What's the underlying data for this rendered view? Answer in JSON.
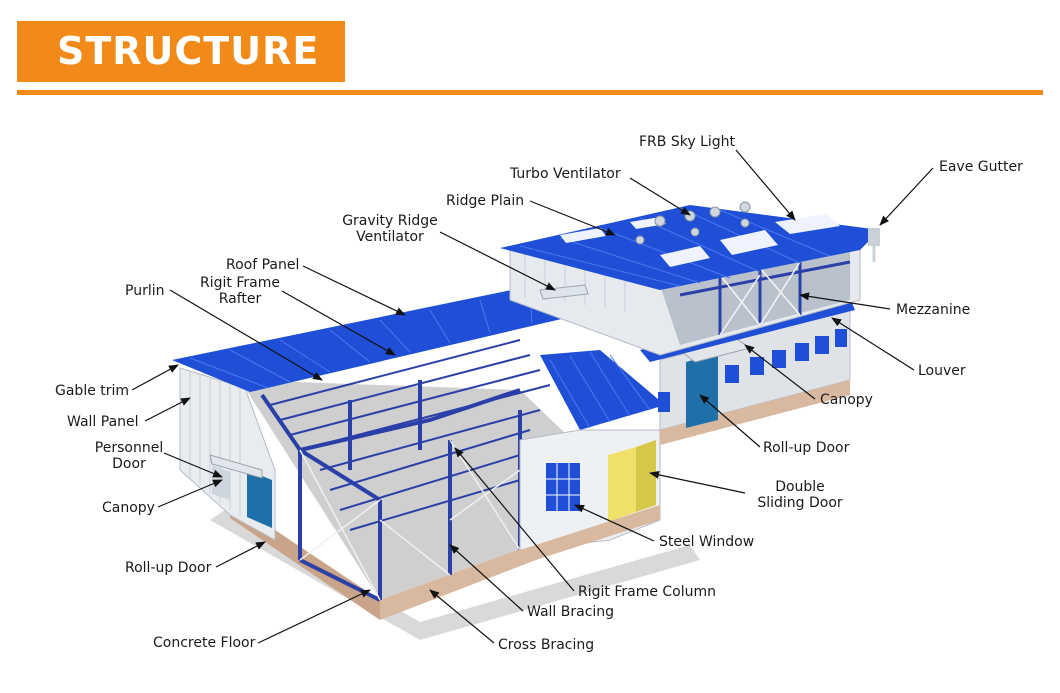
{
  "header": {
    "title": "STRUCTURE"
  },
  "colors": {
    "accent": "#f28a1a",
    "roof_blue": "#1e4fd6",
    "frame_blue": "#2a3fa8",
    "wall": "#e9ecef",
    "brick": "#d9b8a0"
  },
  "labels": {
    "frb_sky_light": "FRB Sky Light",
    "eave_gutter": "Eave Gutter",
    "turbo_ventilator": "Turbo Ventilator",
    "ridge_plain": "Ridge Plain",
    "gravity_ridge_ventilator_1": "Gravity Ridge",
    "gravity_ridge_ventilator_2": "Ventilator",
    "roof_panel": "Roof Panel",
    "rigit_frame_rafter_1": "Rigit Frame",
    "rigit_frame_rafter_2": "Rafter",
    "purlin": "Purlin",
    "mezzanine": "Mezzanine",
    "louver": "Louver",
    "gable_trim": "Gable trim",
    "wall_panel": "Wall Panel",
    "personnel_door_1": "Personnel",
    "personnel_door_2": "Door",
    "canopy_left": "Canopy",
    "canopy_right": "Canopy",
    "roll_up_door_right": "Roll-up Door",
    "double_sliding_door_1": "Double",
    "double_sliding_door_2": "Sliding Door",
    "steel_window": "Steel Window",
    "roll_up_door_left": "Roll-up Door",
    "rigit_frame_column": "Rigit Frame Column",
    "wall_bracing": "Wall Bracing",
    "concrete_floor": "Concrete Floor",
    "cross_bracing": "Cross Bracing"
  }
}
